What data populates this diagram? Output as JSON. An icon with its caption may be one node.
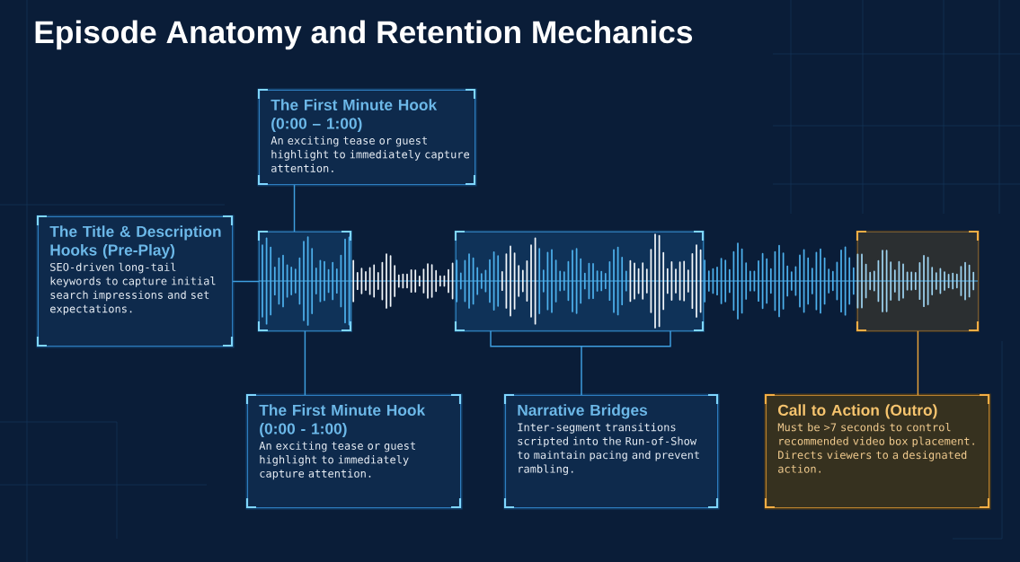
{
  "diagram": {
    "title": "Episode Anatomy and Retention Mechanics",
    "nodes": [
      {
        "text": [
          "The First Minute Hook (0:00 – 1:00)",
          "An exciting tease or guest highlight to immediately capture attention."
        ]
      },
      {
        "text": [
          "The Title & Description Hooks (Pre-Play)",
          "SEO-driven long-tail keywords to capture initial search impressions and set expectations."
        ]
      },
      {
        "text": [],
        "shape": "box"
      },
      {
        "text": [],
        "shape": "box"
      },
      {
        "text": [],
        "shape": "box"
      },
      {
        "text": [
          "The First Minute Hook (0:00 - 1:00)",
          "An exciting tease or guest highlight to immediately capture attention."
        ]
      },
      {
        "text": [
          "Narrative Bridges",
          "Inter-segment transitions scripted into the Run-of-Show to maintain pacing and prevent rambling."
        ]
      },
      {
        "text": [
          "Call to Action (Outro)",
          "Must be >7 seconds to control recommended video box placement. Directs viewers to a designated action."
        ]
      }
    ],
    "edges": [
      {
        "from": 0,
        "to": 2,
        "arrow": "none"
      },
      {
        "from": 1,
        "to": 2,
        "arrow": "none"
      },
      {
        "from": 2,
        "to": 5,
        "arrow": "none"
      },
      {
        "from": 3,
        "to": 6,
        "arrow": "none"
      },
      {
        "from": 4,
        "to": 7,
        "arrow": "none",
        "color": "#e8a33a"
      }
    ]
  }
}
